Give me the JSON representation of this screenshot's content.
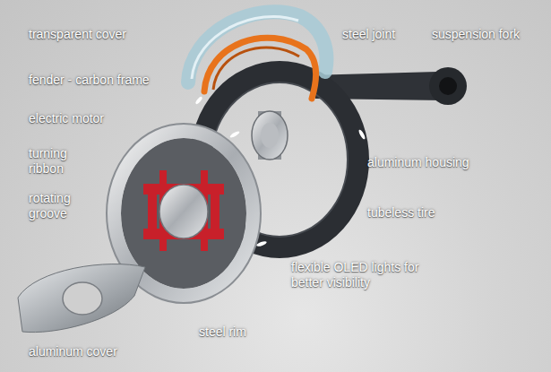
{
  "diagram": {
    "labels": [
      "transparent cover",
      "fender - carbon frame",
      "electric motor",
      "turning ribbon",
      "rotating groove",
      "aluminum cover",
      "steel rim",
      "flexible OLED lights for better visibility",
      "tubeless tire",
      "aluminum housing",
      "steel joint",
      "suspension fork"
    ]
  }
}
